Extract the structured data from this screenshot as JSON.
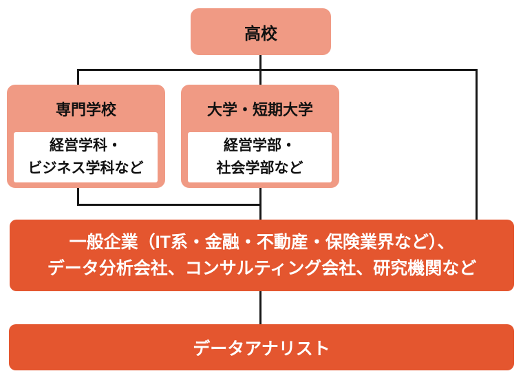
{
  "diagram": {
    "title_meaning": "データアナリストになるまでの進路図",
    "nodes": {
      "highschool": {
        "label": "高校"
      },
      "vocational": {
        "title": "専門学校",
        "detail_line1": "経営学科・",
        "detail_line2": "ビジネス学科など"
      },
      "university": {
        "title": "大学・短期大学",
        "detail_line1": "経営学部・",
        "detail_line2": "社会学部など"
      },
      "employers": {
        "line1": "一般企業（IT系・金融・不動産・保険業界など）、",
        "line2": "データ分析会社、コンサルティング会社、研究機関など"
      },
      "role": {
        "label": "データアナリスト"
      }
    },
    "colors": {
      "salmon": "#F09A84",
      "orange": "#E4562F",
      "line": "#161616",
      "text_dark": "#111111",
      "text_light": "#FFFFFF"
    }
  }
}
